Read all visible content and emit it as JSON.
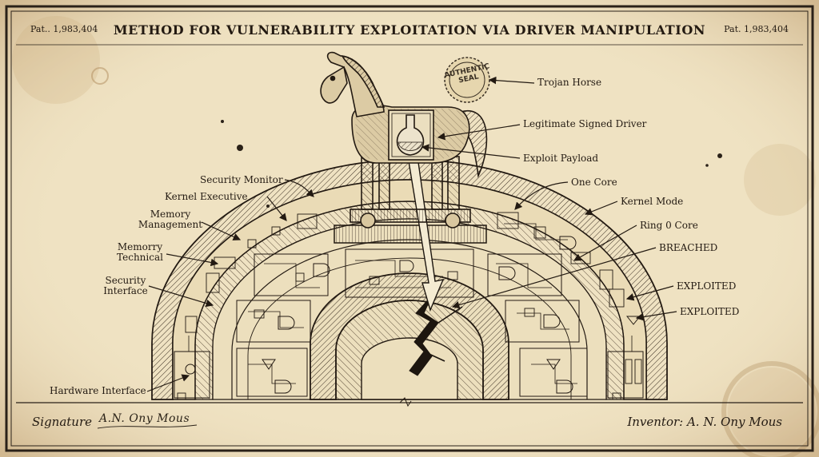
{
  "header": {
    "patent_left": "Pat.. 1,983,404",
    "patent_right": "Pat. 1,983,404",
    "title": "METHOD FOR VULNERABILITY EXPLOITATION VIA DRIVER MANIPULATION"
  },
  "seal": {
    "line1": "AUTHENTIC",
    "line2": "SEAL"
  },
  "labels": {
    "trojan_horse": "Trojan Horse",
    "legitimate_signed_driver": "Legitimate Signed Driver",
    "exploit_payload": "Exploit Payload",
    "one_core": "One Core",
    "kernel_mode": "Kernel Mode",
    "ring0_core": "Ring 0 Core",
    "breached": "BREACHED",
    "exploited_1": "EXPLOITED",
    "exploited_2": "EXPLOITED",
    "security_monitor": "Security Monitor",
    "kernel_executive": "Kernel Executive",
    "memory_management_1": "Memory",
    "memory_management_2": "Management",
    "memorry_technical_1": "Memorry",
    "memorry_technical_2": "Technical",
    "security_interface_1": "Security",
    "security_interface_2": "Interface",
    "hardware_interface": "Hardware Interface"
  },
  "footer": {
    "signature_label": "Signature",
    "signature_script": "A.N. Ony Mous",
    "inventor": "Inventor: A. N. Ony Mous"
  },
  "colors": {
    "paper": "#efe2c2",
    "ink": "#2a2118",
    "stain": "#c9a878"
  }
}
